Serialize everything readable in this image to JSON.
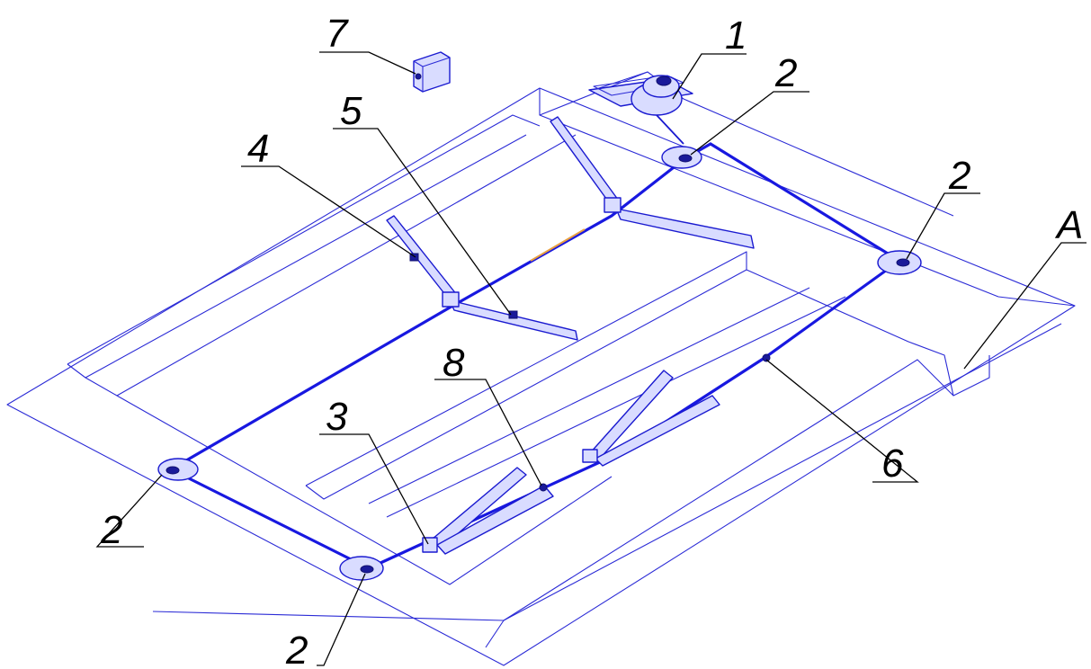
{
  "callouts": {
    "c1": "1",
    "c2a": "2",
    "c2b": "2",
    "c2c": "2",
    "c2d": "2",
    "c3": "3",
    "c4": "4",
    "c5": "5",
    "c6": "6",
    "c7": "7",
    "c8": "8",
    "cA": "A"
  },
  "colors": {
    "line": "#2b2bd6",
    "cable": "#1818e0",
    "text": "#000000"
  }
}
